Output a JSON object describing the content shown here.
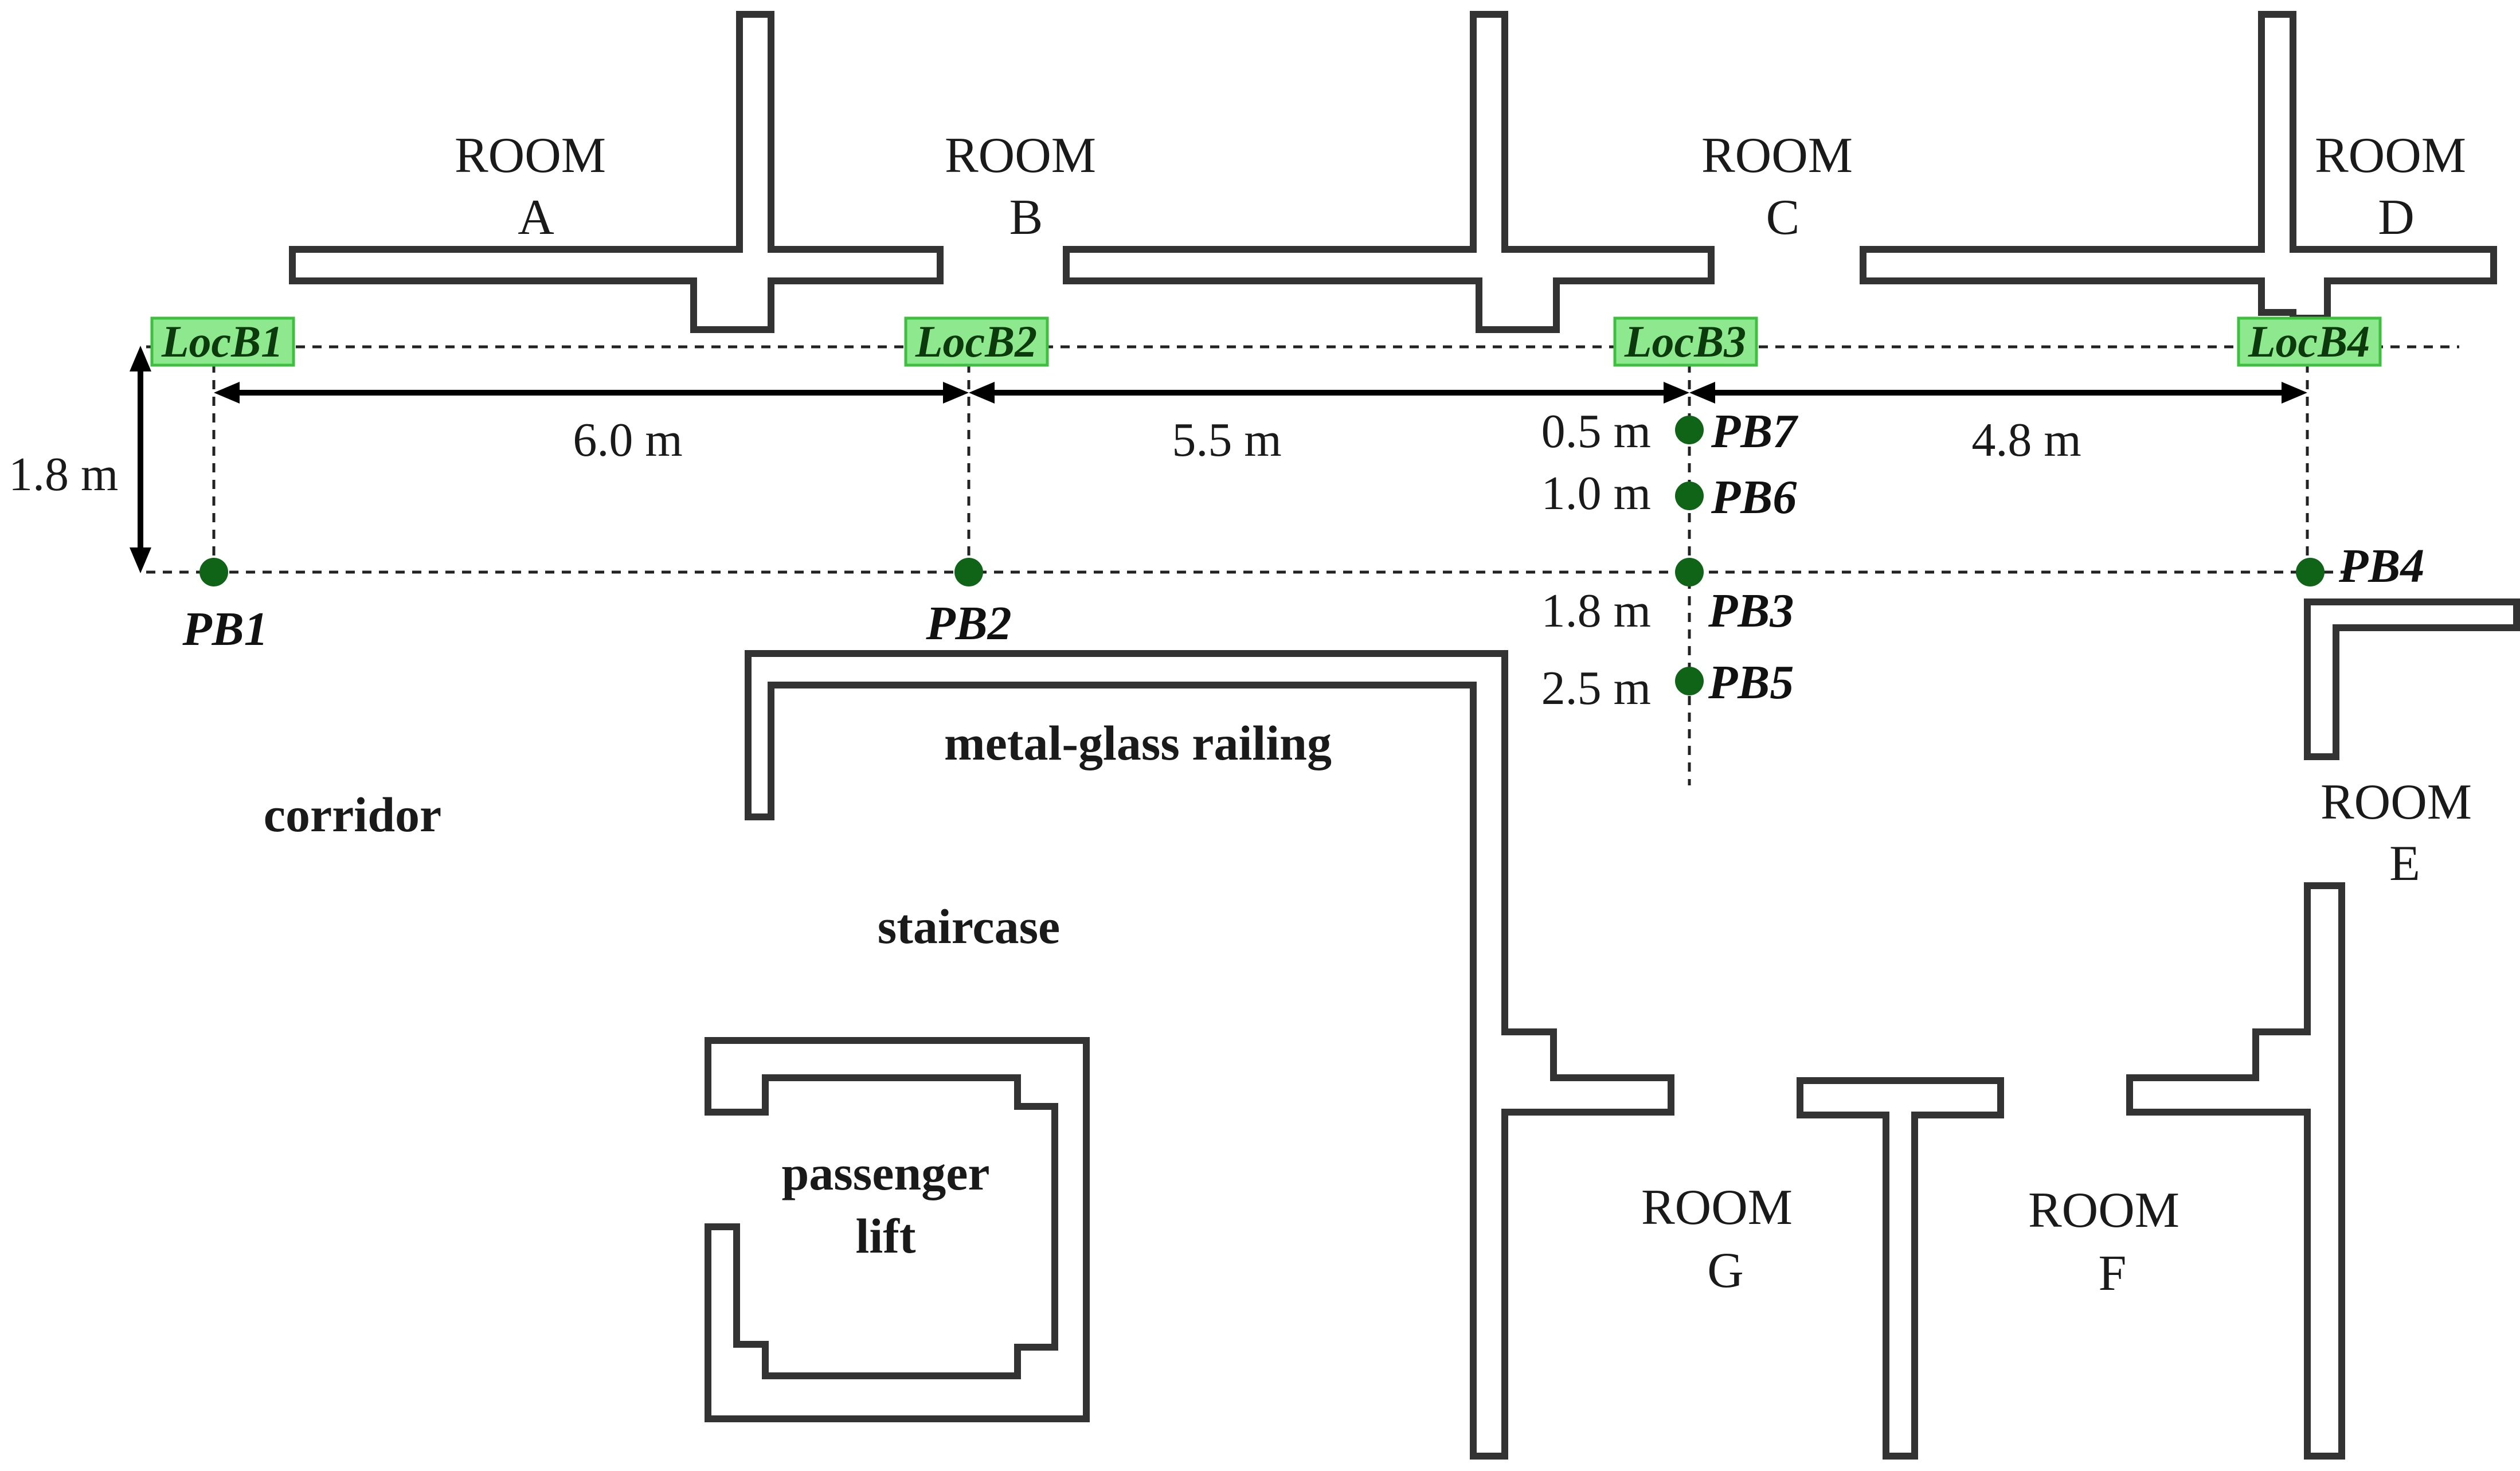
{
  "rooms": {
    "a": {
      "line1": "ROOM",
      "line2": "A"
    },
    "b": {
      "line1": "ROOM",
      "line2": "B"
    },
    "c": {
      "line1": "ROOM",
      "line2": "C"
    },
    "d": {
      "line1": "ROOM",
      "line2": "D"
    },
    "e": {
      "line1": "ROOM",
      "line2": "E"
    },
    "f": {
      "line1": "ROOM",
      "line2": "F"
    },
    "g": {
      "line1": "ROOM",
      "line2": "G"
    }
  },
  "areas": {
    "corridor": "corridor",
    "staircase": "staircase",
    "railing": "metal-glass railing",
    "lift_line1": "passenger",
    "lift_line2": "lift"
  },
  "locations": [
    "LocB1",
    "LocB2",
    "LocB3",
    "LocB4"
  ],
  "points": {
    "pb1": "PB1",
    "pb2": "PB2",
    "pb3": "PB3",
    "pb4": "PB4",
    "pb5": "PB5",
    "pb6": "PB6",
    "pb7": "PB7"
  },
  "distances": {
    "corridor_width": "1.8 m",
    "b1_b2": "6.0 m",
    "b2_b3": "5.5 m",
    "b3_b4": "4.8 m",
    "pb7_offset": "0.5 m",
    "pb6_offset": "1.0 m",
    "pb3_offset": "1.8 m",
    "pb5_offset": "2.5 m"
  },
  "colors": {
    "beacon_dot": "#0f6418",
    "location_box": "#8ee88e",
    "wall": "#333333"
  }
}
